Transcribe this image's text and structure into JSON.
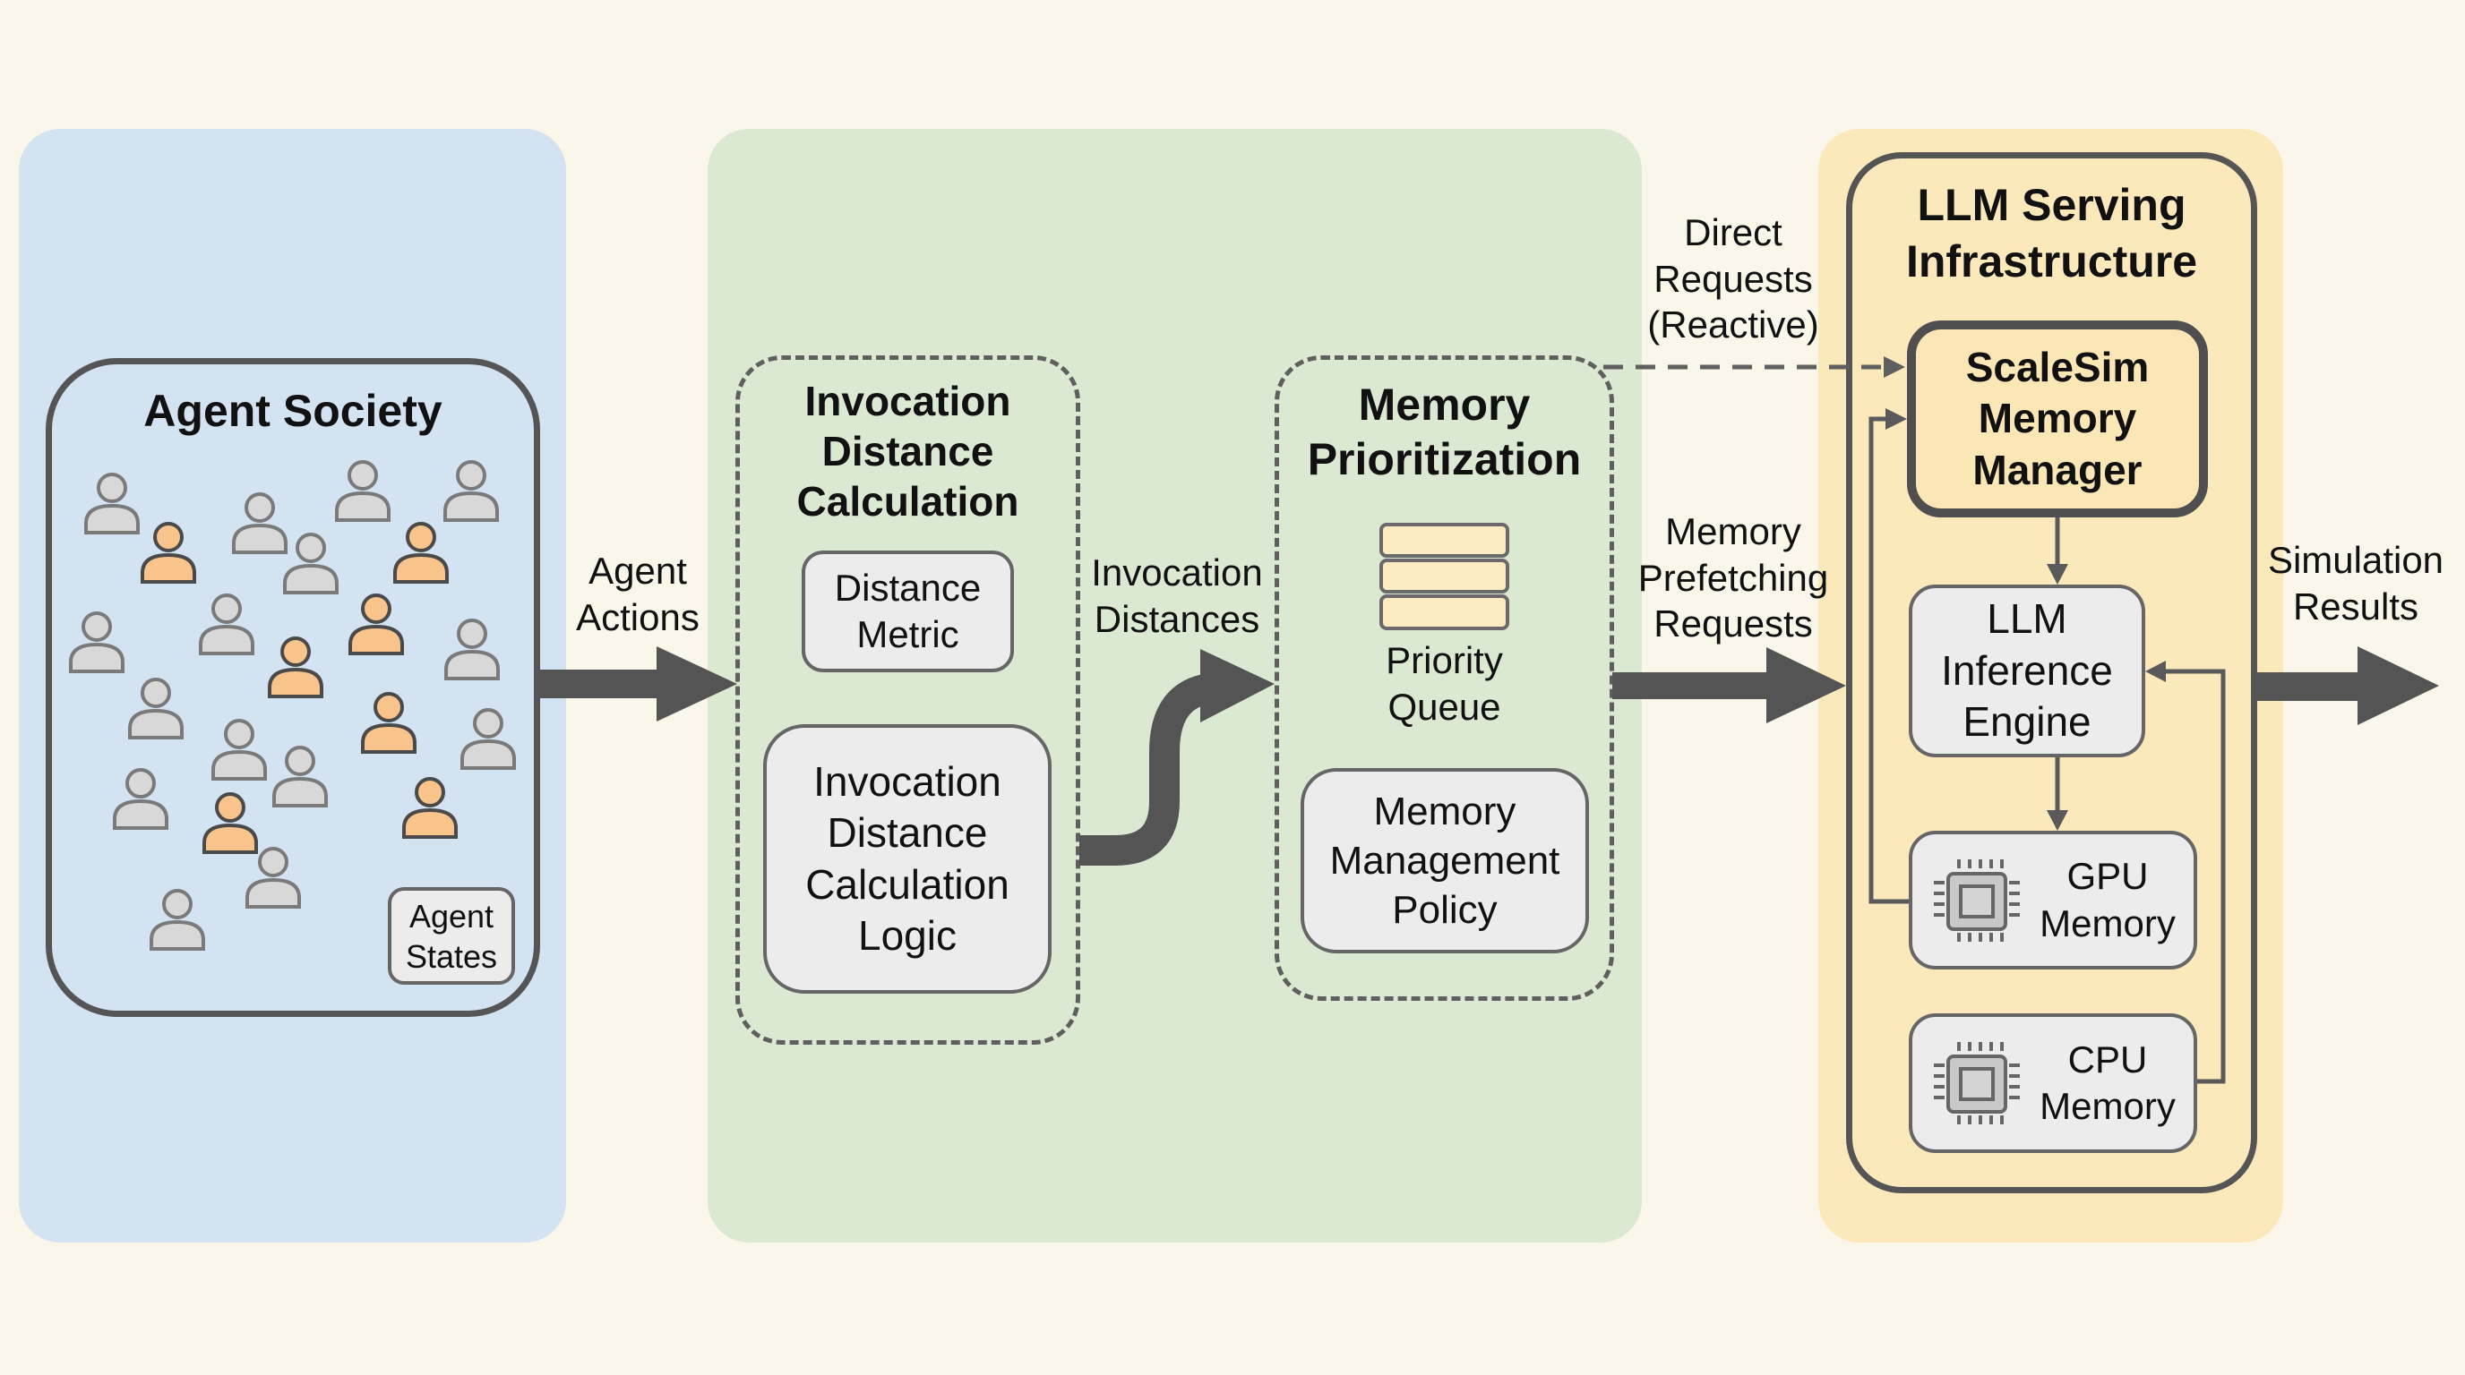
{
  "colors": {
    "background": "#fbf6ea",
    "agent_panel": "#d4e3f2",
    "middle_panel": "#dbe9d3",
    "serving_panel": "#fbe9bc",
    "active_agent": "#f8c48c",
    "idle_agent": "#d8d8d8",
    "arrow": "#545454"
  },
  "agent_society": {
    "title": "Agent Society",
    "agent_states_label": "Agent\nStates",
    "agents": [
      {
        "state": "idle"
      },
      {
        "state": "active"
      },
      {
        "state": "idle"
      },
      {
        "state": "idle"
      },
      {
        "state": "idle"
      },
      {
        "state": "idle"
      },
      {
        "state": "active"
      },
      {
        "state": "idle"
      },
      {
        "state": "idle"
      },
      {
        "state": "active"
      },
      {
        "state": "idle"
      },
      {
        "state": "idle"
      },
      {
        "state": "active"
      },
      {
        "state": "active"
      },
      {
        "state": "idle"
      },
      {
        "state": "idle"
      },
      {
        "state": "idle"
      },
      {
        "state": "active"
      },
      {
        "state": "active"
      },
      {
        "state": "idle"
      },
      {
        "state": "idle"
      },
      {
        "state": "idle"
      }
    ]
  },
  "arrows": {
    "agent_actions": "Agent\nActions",
    "invocation_distances": "Invocation\nDistances",
    "direct_requests": "Direct\nRequests\n(Reactive)",
    "memory_prefetching": "Memory\nPrefetching\nRequests",
    "simulation_results": "Simulation\nResults"
  },
  "invocation": {
    "title": "Invocation\nDistance\nCalculation",
    "distance_metric": "Distance\nMetric",
    "logic": "Invocation\nDistance\nCalculation\nLogic"
  },
  "memory_prioritization": {
    "title": "Memory\nPrioritization",
    "priority_queue": "Priority\nQueue",
    "policy": "Memory\nManagement\nPolicy"
  },
  "serving": {
    "title": "LLM Serving\nInfrastructure",
    "scalesim": "ScaleSim\nMemory\nManager",
    "inference": "LLM\nInference\nEngine",
    "gpu": "GPU\nMemory",
    "cpu": "CPU\nMemory"
  }
}
